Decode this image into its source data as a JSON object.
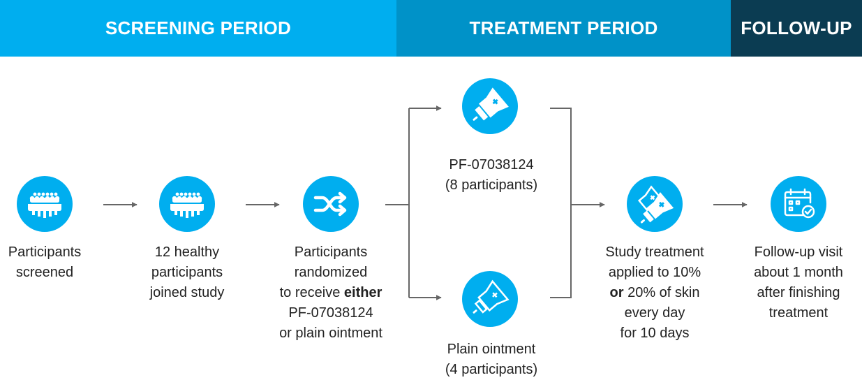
{
  "header": {
    "screening": "SCREENING PERIOD",
    "treatment": "TREATMENT PERIOD",
    "followup": "FOLLOW-UP"
  },
  "colors": {
    "screening_band": "#00aeef",
    "treatment_band": "#0092c8",
    "followup_band": "#0b3c52",
    "circle": "#00aeef",
    "connector": "#666666"
  },
  "steps": {
    "screened": {
      "icon": "group-icon",
      "lines": [
        "Participants",
        "screened"
      ]
    },
    "joined": {
      "icon": "group-icon",
      "lines": [
        "12 healthy",
        "participants",
        "joined study"
      ]
    },
    "randomized": {
      "icon": "shuffle-icon",
      "line1": "Participants",
      "line2": "randomized",
      "line3_pre": "to receive ",
      "line3_bold": "either",
      "line4": "PF-07038124",
      "line5": "or plain ointment"
    },
    "drug_arm": {
      "icon": "ointment-tube-icon",
      "lines": [
        "PF-07038124",
        "(8 participants)"
      ]
    },
    "plain_arm": {
      "icon": "ointment-tube-icon",
      "lines": [
        "Plain ointment",
        "(4 participants)"
      ]
    },
    "treatment": {
      "icon": "ointment-tubes-icon",
      "line1": "Study treatment",
      "line2": "applied to 10%",
      "line3_bold": "or",
      "line3_post": " 20% of skin",
      "line4": "every day",
      "line5": "for 10 days"
    },
    "followup": {
      "icon": "calendar-check-icon",
      "lines": [
        "Follow-up visit",
        "about 1 month",
        "after finishing",
        "treatment"
      ]
    }
  }
}
